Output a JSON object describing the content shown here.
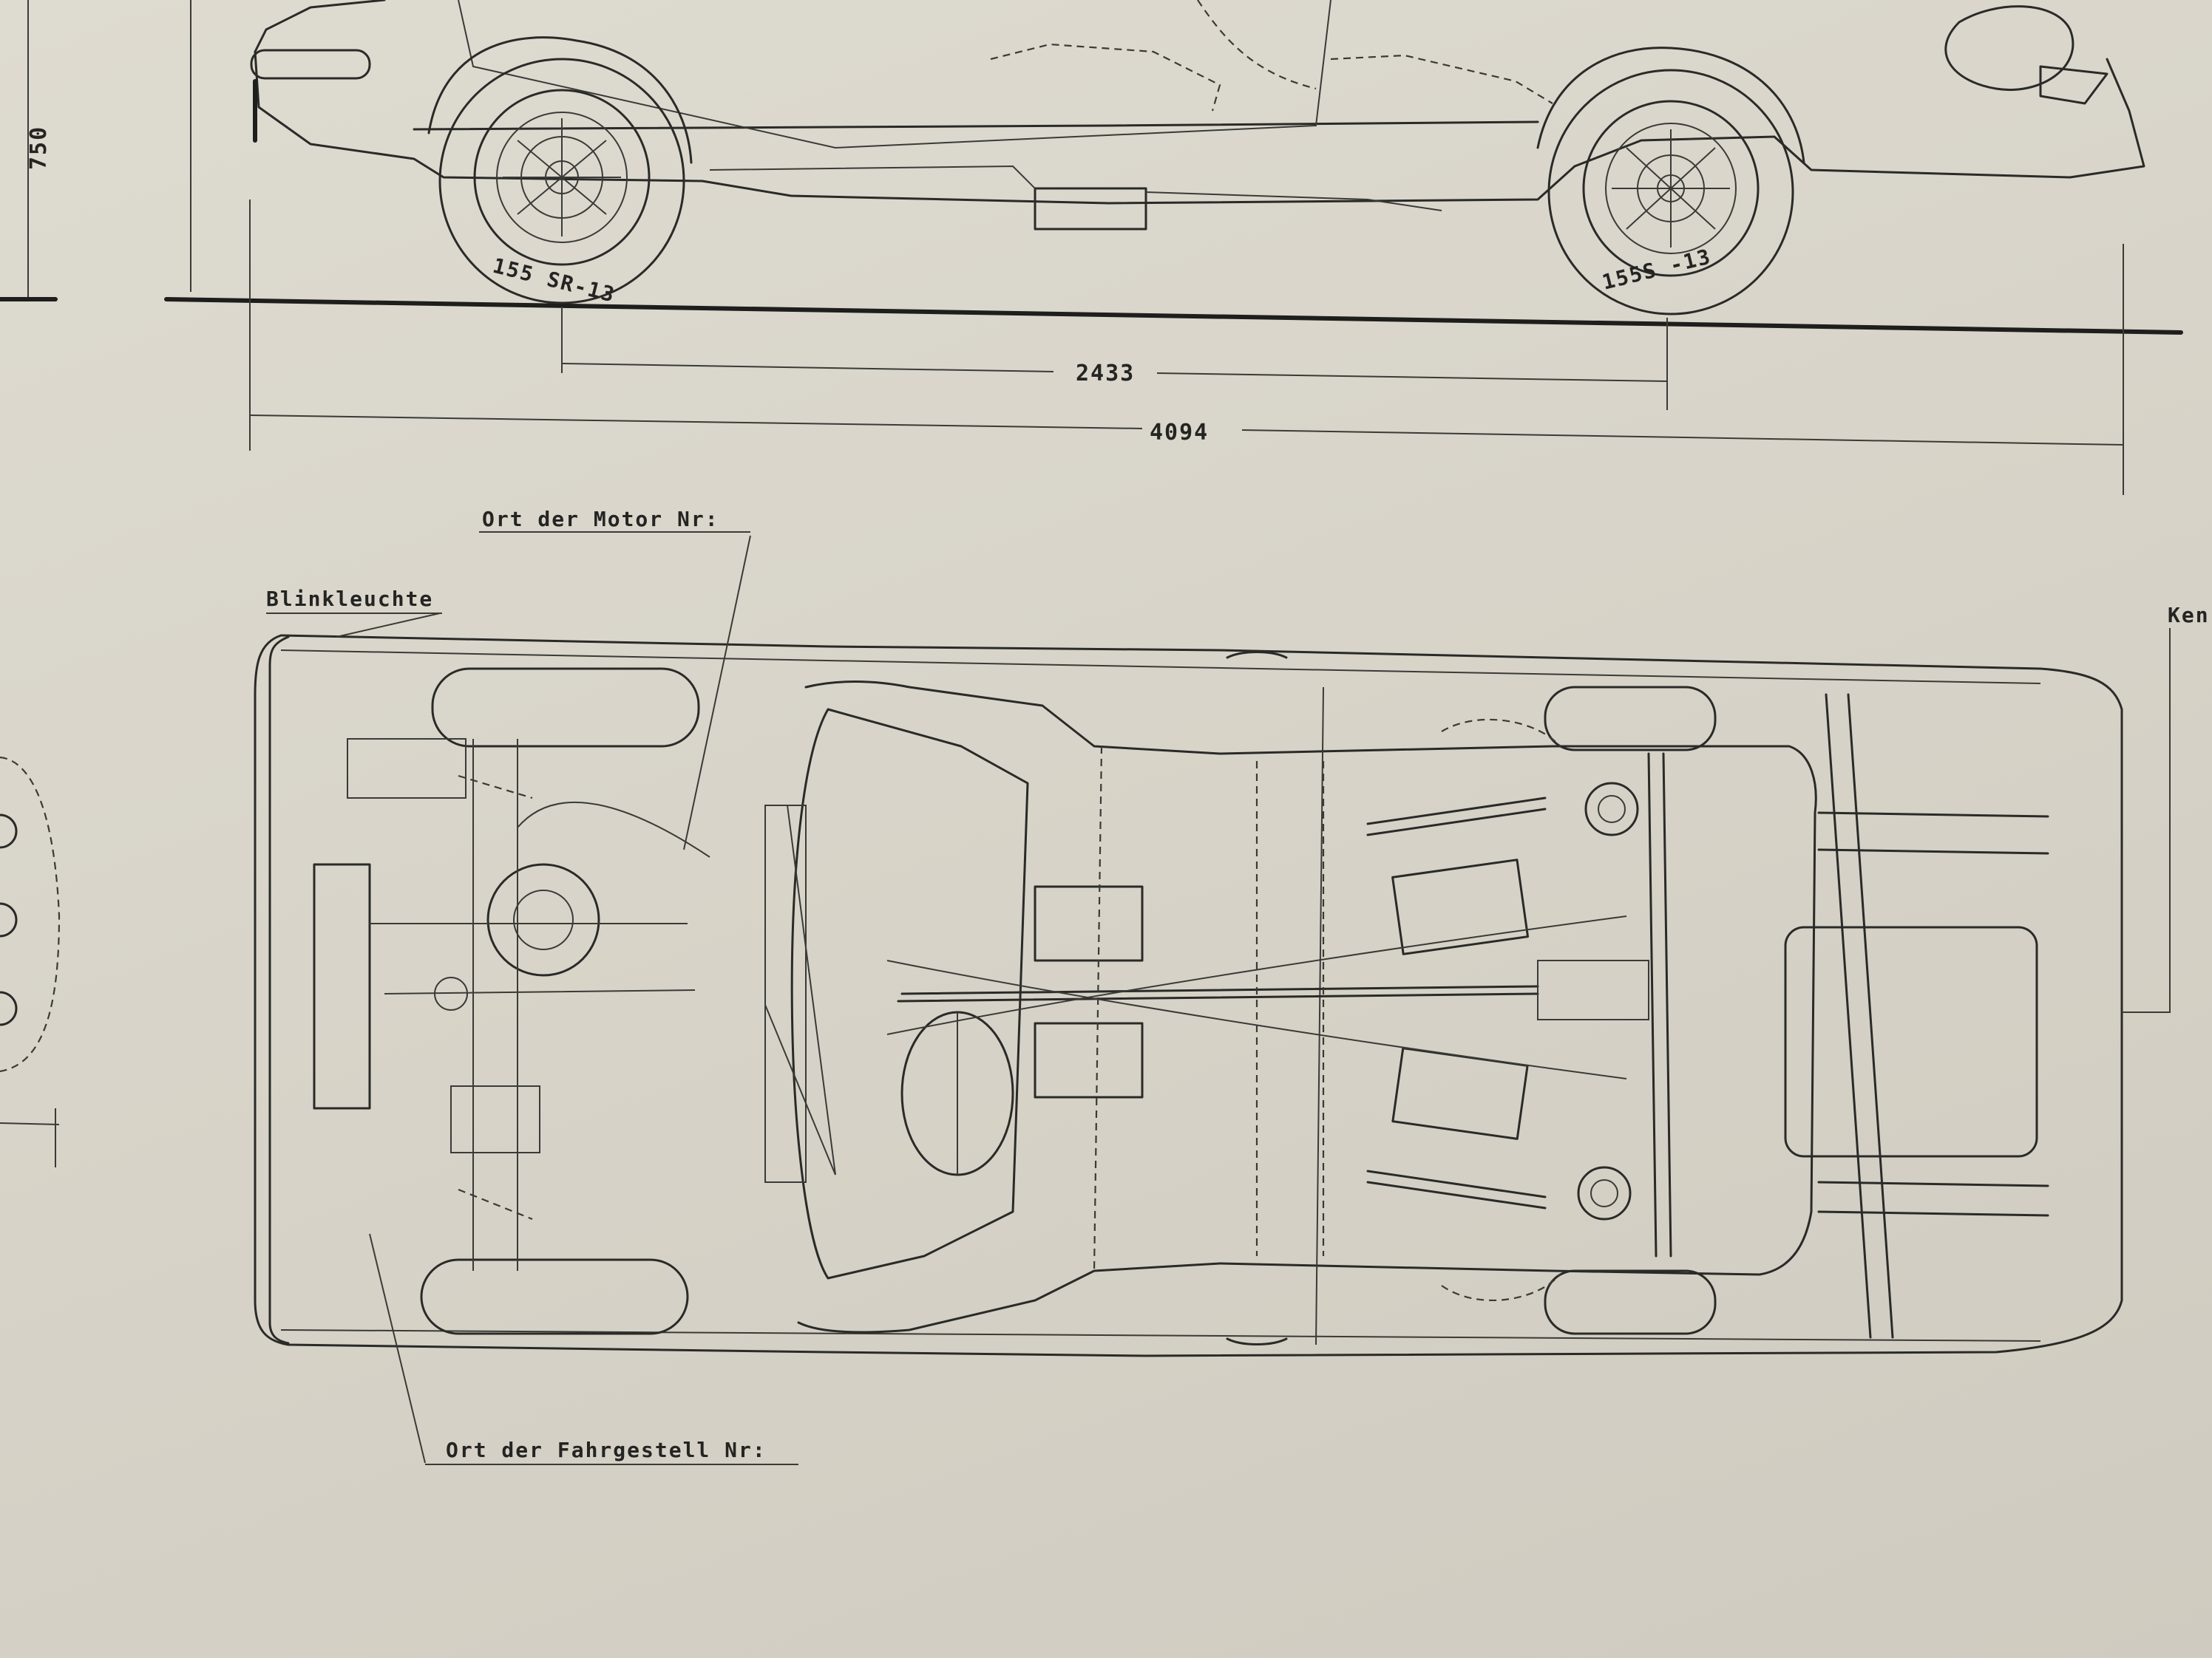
{
  "side_view": {
    "height_dim": "750",
    "overall_length_dim": "4094",
    "wheelbase_dim": "2433",
    "front_tyre": "155 SR-13",
    "rear_tyre": "155S  -13"
  },
  "top_view": {
    "label_motor_nr": "Ort der Motor Nr:",
    "label_blinkleuchte": "Blinkleuchte",
    "label_fahrgestell_nr": "Ort der Fahrgestell Nr:",
    "label_right_cut": "Ken"
  },
  "colors": {
    "paper": "#d9d5ca",
    "ink": "#2a2a28"
  }
}
